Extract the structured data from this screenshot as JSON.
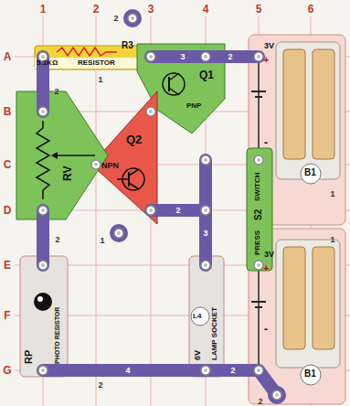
{
  "diagram": {
    "nodes": [
      {
        "text": [
          "R3",
          "5.1KΩ",
          "RESISTOR"
        ]
      },
      {
        "text": [
          "Q1",
          "PNP"
        ]
      },
      {
        "text": [
          "Q2",
          "NPN"
        ]
      },
      {
        "text": [
          "RV"
        ]
      },
      {
        "text": [
          "PRESS",
          "S2",
          "SWITCH"
        ]
      },
      {
        "text": [
          "3V",
          "+",
          "-",
          "B1"
        ]
      },
      {
        "text": [
          "3V",
          "+",
          "-",
          "B1"
        ]
      },
      {
        "text": [
          "L4",
          "6V",
          "LAMP SOCKET"
        ]
      },
      {
        "text": [
          "RP",
          "PHOTO RESISTOR"
        ]
      }
    ],
    "labels": [
      "1",
      "2",
      "3",
      "4",
      "5",
      "6",
      "A",
      "B",
      "C",
      "D",
      "E",
      "F",
      "G",
      "2",
      "3",
      "2",
      "2",
      "1",
      "2",
      "2",
      "1",
      "3",
      "4",
      "2",
      "2",
      "1",
      "1",
      "2"
    ]
  }
}
